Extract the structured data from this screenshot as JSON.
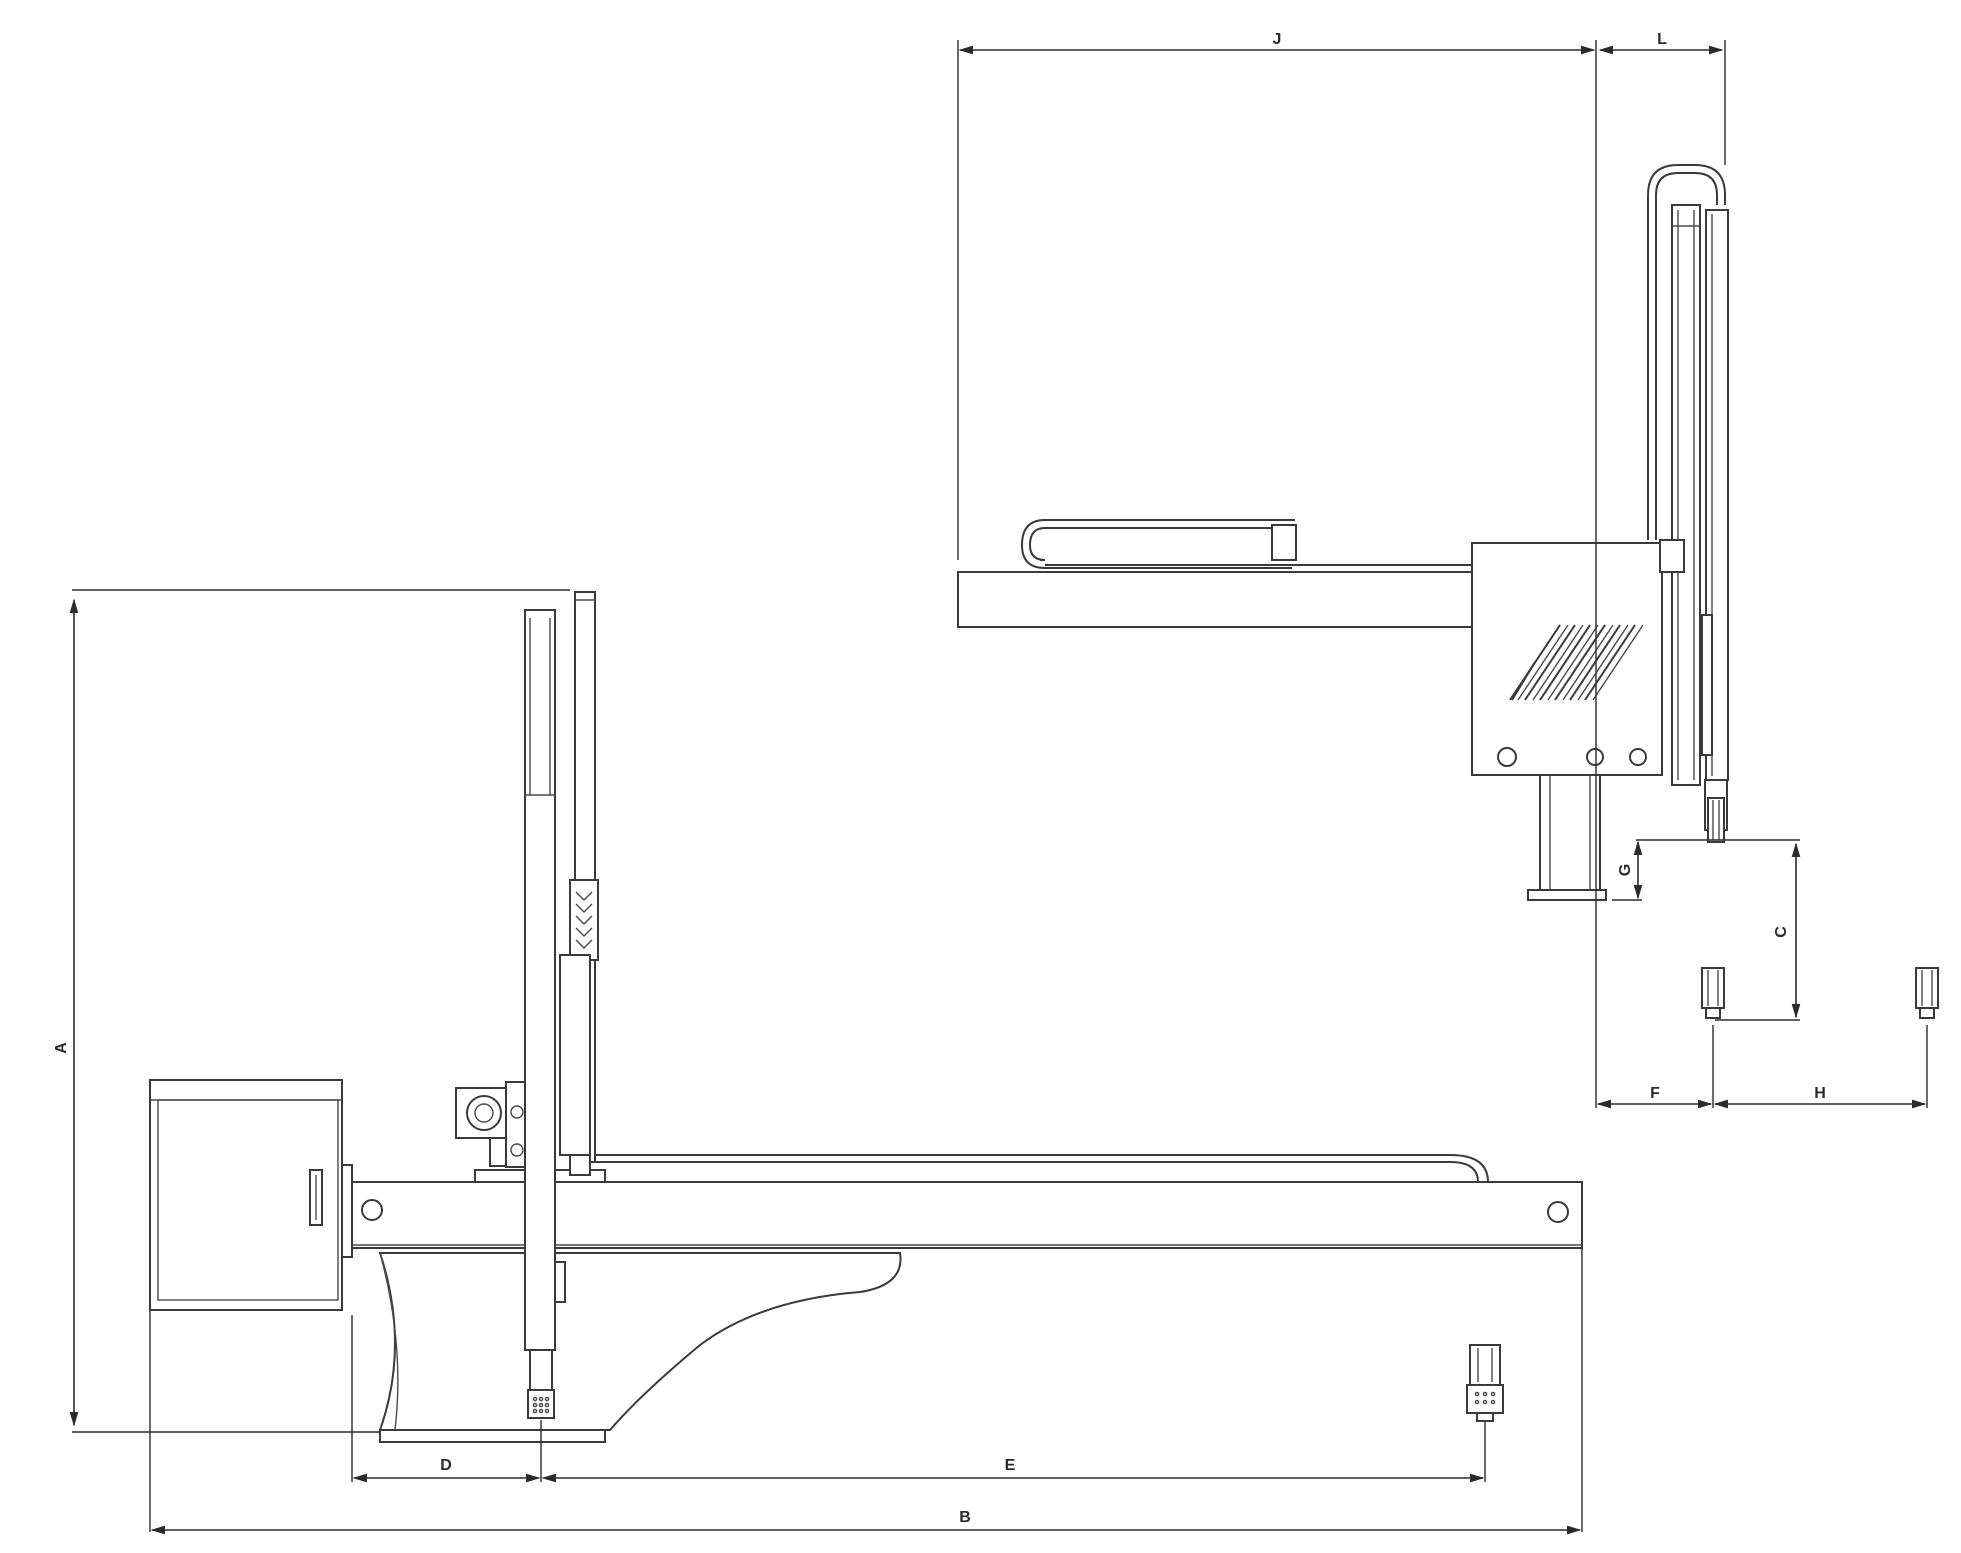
{
  "dimension_labels": {
    "A": "A",
    "B": "B",
    "C": "C",
    "D": "D",
    "E": "E",
    "F": "F",
    "G": "G",
    "H": "H",
    "J": "J",
    "L": "L"
  },
  "colors": {
    "line": "#3a3a3a",
    "background": "#ffffff"
  }
}
